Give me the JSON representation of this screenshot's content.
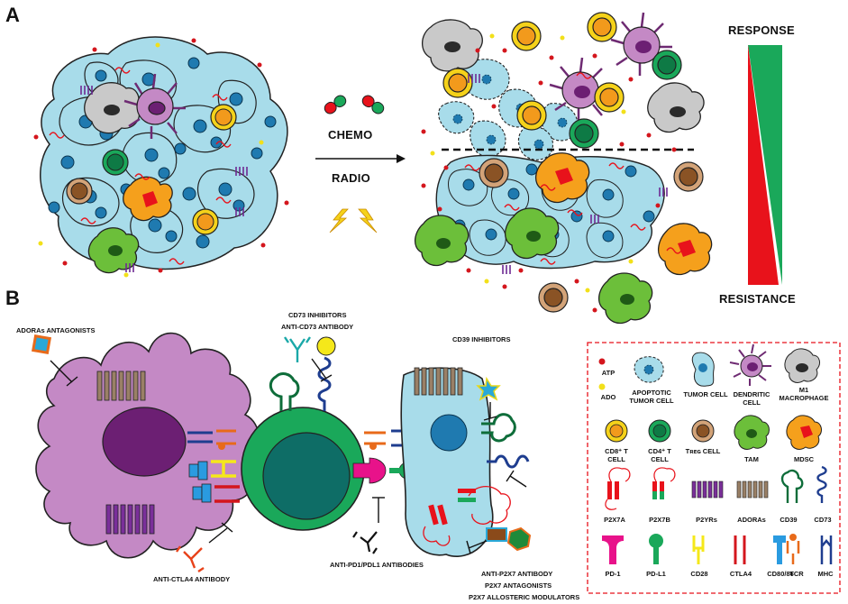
{
  "panels": {
    "a": "A",
    "b": "B"
  },
  "panel_a": {
    "treatment_1": "CHEMO",
    "treatment_2": "RADIO",
    "response": "RESPONSE",
    "resistance": "RESISTANCE",
    "colors": {
      "response": "#1aa85a",
      "resistance": "#e8121b"
    }
  },
  "panel_b": {
    "adora_antagonists": "ADORAs ANTAGONISTS",
    "cd73_inhibitors": "CD73 INHIBITORS",
    "anti_cd73": "ANTI-CD73 ANTIBODY",
    "cd39_inhibitors": "CD39 INHIBITORS",
    "anti_ctla4": "ANTI-CTLA4 ANTIBODY",
    "anti_pd1": "ANTI-PD1/PDL1 ANTIBODIES",
    "anti_p2x7": "ANTI-P2X7 ANTIBODY",
    "p2x7_antagonists": "P2X7 ANTAGONISTS",
    "p2x7_allosteric": "P2X7 ALLOSTERIC MODULATORS"
  },
  "legend": {
    "atp": "ATP",
    "ado": "ADO",
    "apoptotic": "APOPTOTIC TUMOR CELL",
    "tumor": "TUMOR CELL",
    "dendritic": "DENDRITIC CELL",
    "m1": "M1 MACROPHAGE",
    "cd8": "CD8⁺ T CELL",
    "cd4": "CD4⁺ T CELL",
    "treg": "Tʀᴇɢ CELL",
    "tam": "TAM",
    "mdsc": "MDSC",
    "p2x7a": "P2X7A",
    "p2x7b": "P2X7B",
    "p2yrs": "P2YRs",
    "adoras": "ADORAs",
    "cd39": "CD39",
    "cd73": "CD73",
    "pd1": "PD-1",
    "pdl1": "PD-L1",
    "cd28": "CD28",
    "ctla4": "CTLA4",
    "cd8086": "CD80/86",
    "tcr": "TCR",
    "mhc": "MHC"
  }
}
